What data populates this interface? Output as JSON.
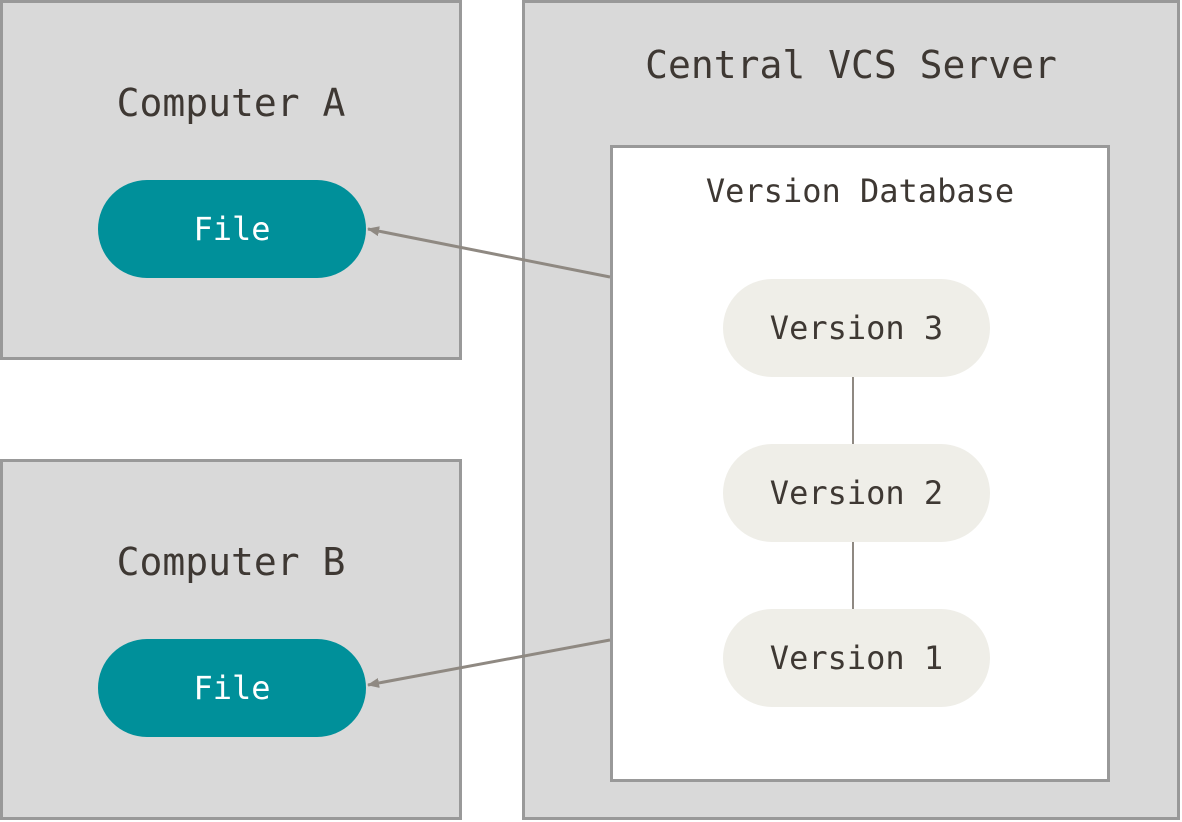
{
  "computer_a": {
    "title": "Computer A",
    "file": "File"
  },
  "computer_b": {
    "title": "Computer B",
    "file": "File"
  },
  "server": {
    "title": "Central VCS Server",
    "database": {
      "title": "Version Database",
      "versions": [
        "Version 3",
        "Version 2",
        "Version 1"
      ]
    }
  },
  "colors": {
    "file": "#00909a",
    "version": "#efeee8",
    "box": "#d9d9d9",
    "arrow": "#8f8982"
  }
}
